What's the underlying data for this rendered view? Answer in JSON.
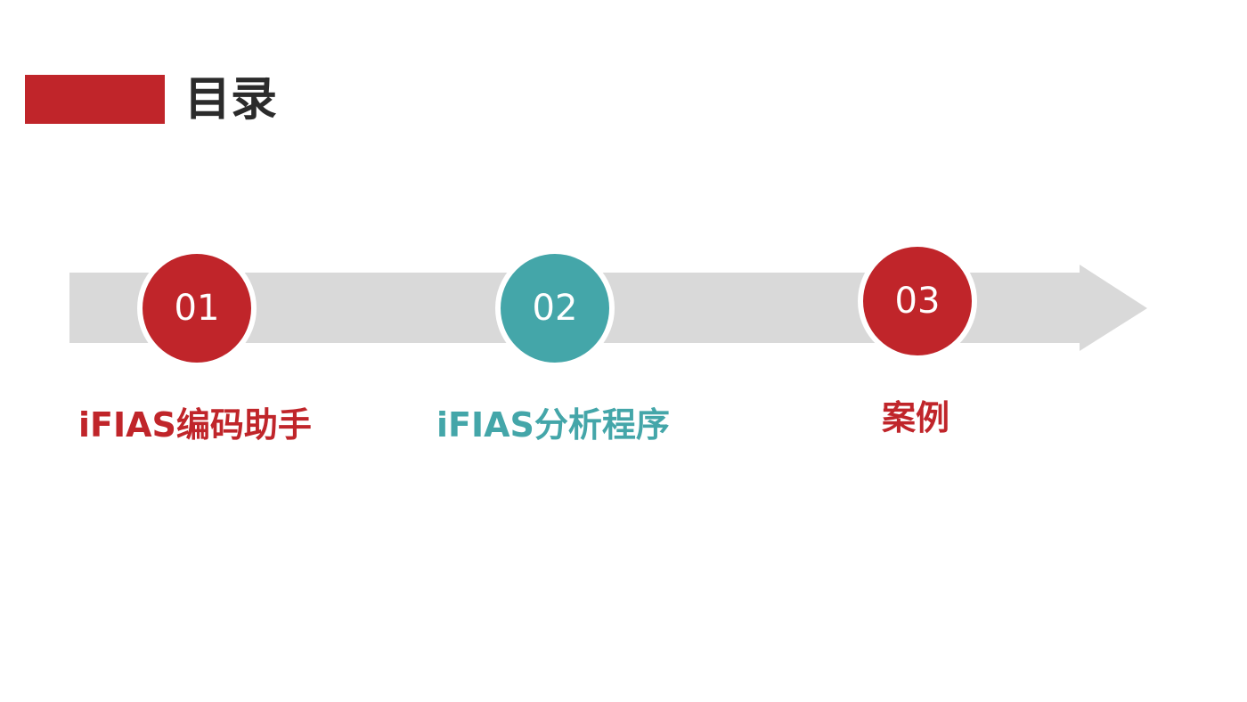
{
  "title": "目录",
  "colors": {
    "accent_red": "#c0252a",
    "accent_teal": "#44a6a9",
    "arrow_gray": "#d9d9d9",
    "title_text": "#2b2b2b"
  },
  "steps": [
    {
      "number": "01",
      "label": "iFIAS编码助手",
      "color": "#c0252a"
    },
    {
      "number": "02",
      "label": "iFIAS分析程序",
      "color": "#44a6a9"
    },
    {
      "number": "03",
      "label": "案例",
      "color": "#c0252a"
    }
  ]
}
